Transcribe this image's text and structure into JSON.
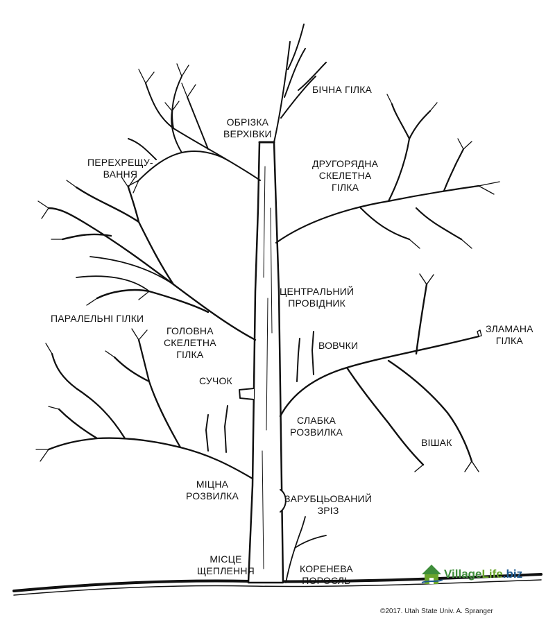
{
  "labels": {
    "top_cut": [
      "ОБРІЗКА",
      "ВЕРХІВКИ"
    ],
    "side_branch": [
      "БІЧНА ГІЛКА"
    ],
    "crossing": [
      "ПЕРЕХРЕЩУ-",
      "ВАННЯ"
    ],
    "secondary_scaffold": [
      "ДРУГОРЯДНА",
      "СКЕЛЕТНА",
      "ГІЛКА"
    ],
    "central_leader": [
      "ЦЕНТРАЛЬНИЙ",
      "ПРОВІДНИК"
    ],
    "parallel_branches": [
      "ПАРАЛЕЛЬНІ ГІЛКИ"
    ],
    "main_scaffold": [
      "ГОЛОВНА",
      "СКЕЛЕТНА",
      "ГІЛКА"
    ],
    "water_sprouts": [
      "ВОВЧКИ"
    ],
    "broken_branch": [
      "ЗЛАМАНА",
      "ГІЛКА"
    ],
    "stub": [
      "СУЧОК"
    ],
    "weak_crotch": [
      "СЛАБКА",
      "РОЗВИЛКА"
    ],
    "hanger": [
      "ВІШАК"
    ],
    "strong_crotch": [
      "МІЦНА",
      "РОЗВИЛКА"
    ],
    "flush_cut": [
      "ЗАРУБЦЬОВАНИЙ",
      "ЗРІЗ"
    ],
    "graft_union": [
      "МІСЦЕ",
      "ЩЕПЛЕННЯ"
    ],
    "root_sucker": [
      "КОРЕНЕВА",
      "ПОРОСЛЬ"
    ]
  },
  "logo": {
    "part1": "Village",
    "part2": "Life",
    "part3": ".biz"
  },
  "credit": "©2017. Utah State Univ. A. Spranger",
  "colors": {
    "ink": "#111111",
    "logo_green": "#3e8d3a",
    "logo_lime": "#6aa52c",
    "logo_blue": "#1f5b8f"
  }
}
